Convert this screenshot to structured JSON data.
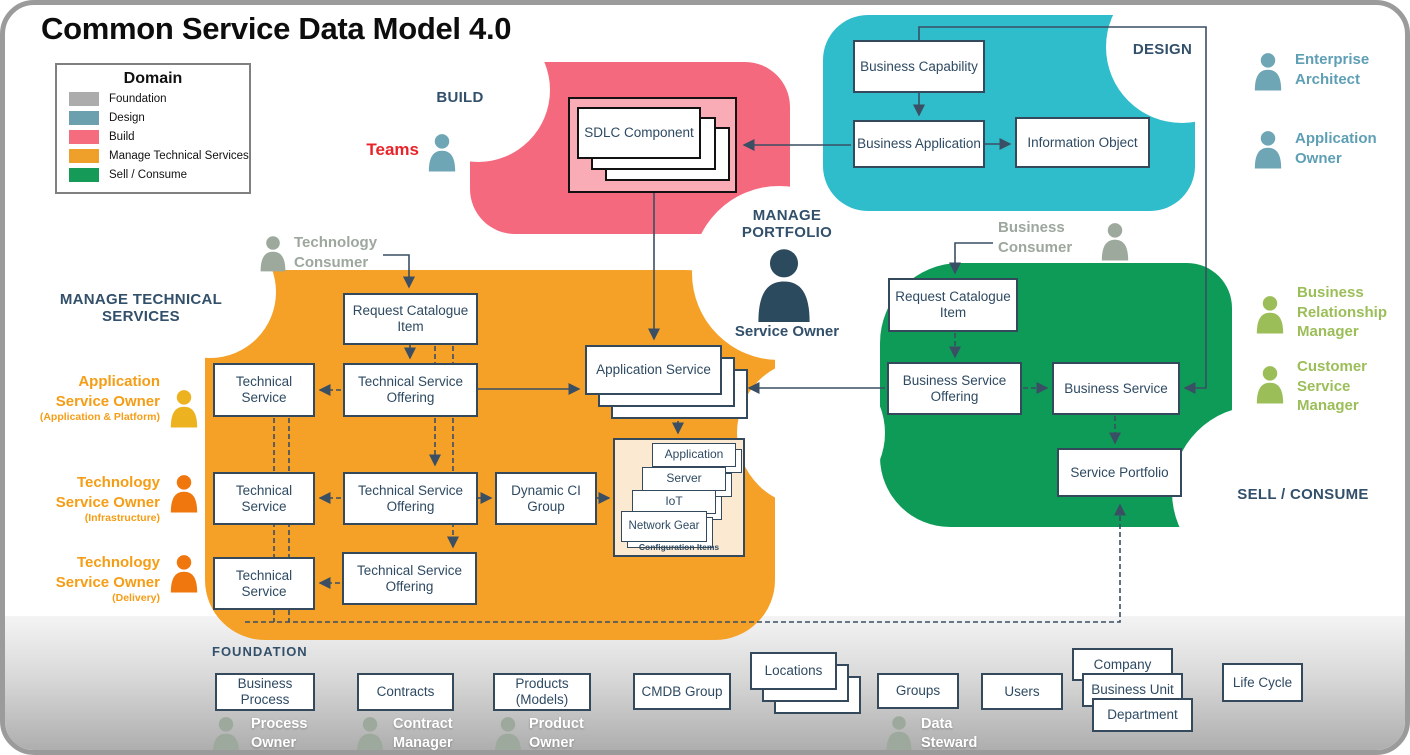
{
  "title": "Common Service Data Model 4.0",
  "legend": {
    "title": "Domain",
    "items": [
      {
        "label": "Foundation",
        "color": "#ACACAC"
      },
      {
        "label": "Design",
        "color": "#6CA0AF"
      },
      {
        "label": "Build",
        "color": "#F46C7E"
      },
      {
        "label": "Manage Technical Services",
        "color": "#EFA02B"
      },
      {
        "label": "Sell / Consume",
        "color": "#169A57"
      }
    ]
  },
  "region_labels": {
    "build": "BUILD",
    "design": "DESIGN",
    "manage_technical_services": "MANAGE TECHNICAL SERVICES",
    "manage_portfolio": "MANAGE PORTFOLIO",
    "sell_consume": "SELL / CONSUME",
    "foundation": "FOUNDATION"
  },
  "design": {
    "business_capability": "Business Capability",
    "business_application": "Business Application",
    "information_object": "Information Object"
  },
  "build": {
    "sdlc_component": "SDLC Component"
  },
  "manage_technical_services": {
    "request_catalogue_item": "Request Catalogue Item",
    "technical_service": "Technical Service",
    "technical_service_offering": "Technical Service Offering",
    "dynamic_ci_group": "Dynamic CI Group",
    "application_service": "Application Service",
    "configuration_items": {
      "caption": "Configuration Items",
      "items": [
        "Application",
        "Server",
        "IoT",
        "Network Gear"
      ]
    }
  },
  "sell_consume": {
    "request_catalogue_item": "Request Catalogue Item",
    "business_service_offering": "Business Service Offering",
    "business_service": "Business Service",
    "service_portfolio": "Service Portfolio"
  },
  "foundation": {
    "boxes": [
      "Business Process",
      "Contracts",
      "Products (Models)",
      "CMDB Group",
      "Locations",
      "Groups",
      "Users",
      "Company",
      "Business Unit",
      "Department",
      "Life Cycle"
    ]
  },
  "personas": {
    "teams": "Teams",
    "technology_consumer": "Technology Consumer",
    "business_consumer": "Business Consumer",
    "service_owner": "Service Owner",
    "enterprise_architect": "Enterprise Architect",
    "application_owner": "Application Owner",
    "business_relationship_manager": "Business Relationship Manager",
    "customer_service_manager": "Customer Service Manager",
    "application_service_owner": {
      "label": "Application Service Owner",
      "sub": "(Application & Platform)"
    },
    "technology_service_owner_infrastructure": {
      "label": "Technology Service Owner",
      "sub": "(Infrastructure)"
    },
    "technology_service_owner_delivery": {
      "label": "Technology Service Owner",
      "sub": "(Delivery)"
    },
    "process_owner": "Process Owner",
    "contract_manager": "Contract Manager",
    "product_owner": "Product Owner",
    "data_steward": "Data Steward"
  },
  "colors": {
    "build_region": "#F4697E",
    "design_region": "#2FBCCB",
    "manage_technical_services_region": "#F5A127",
    "sell_consume_region": "#0E9B57",
    "foundation_band": "#ACACAC",
    "navy_text": "#33506B",
    "orange_label": "#F59D15",
    "teal_label": "#5E9FB5",
    "olive_label": "#9CBE59",
    "red_label": "#E8242A"
  }
}
